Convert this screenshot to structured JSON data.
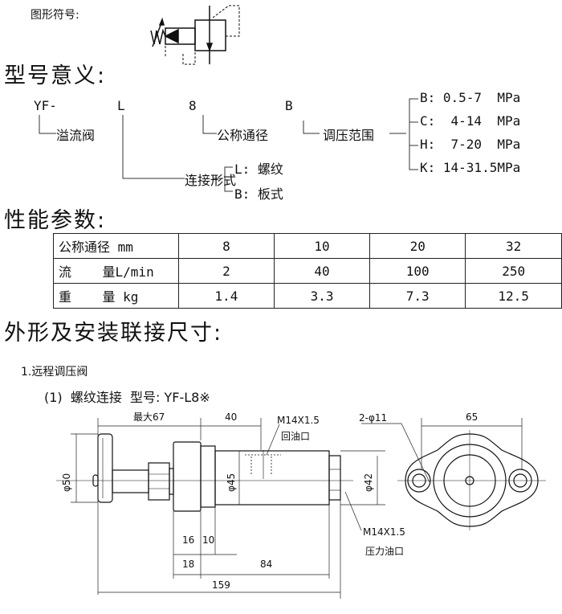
{
  "symbol_label": "图形符号:",
  "model_heading": "型号意义:",
  "model": {
    "code_yf": "YF-",
    "code_l": "L",
    "code_8": "8",
    "code_b": "B",
    "label_yf": "溢流阀",
    "label_size": "公称通径",
    "label_pressure": "调压范围",
    "label_connection": "连接形式",
    "connection_options": [
      "L: 螺纹",
      "B: 板式"
    ],
    "pressure_ranges": [
      "B: 0.5-7  MPa",
      "C:  4-14  MPa",
      "H:  7-20  MPa",
      "K: 14-31.5MPa"
    ]
  },
  "performance_heading": "性能参数:",
  "table": {
    "rows": [
      {
        "label": "公称通径 mm",
        "values": [
          "8",
          "10",
          "20",
          "32"
        ]
      },
      {
        "label": "流    量L/min",
        "values": [
          "2",
          "40",
          "100",
          "250"
        ]
      },
      {
        "label": "重    量 kg",
        "values": [
          "1.4",
          "3.3",
          "7.3",
          "12.5"
        ]
      }
    ]
  },
  "dimensions_heading": "外形及安装联接尺寸:",
  "section_1": "1.远程调压阀",
  "subsection_1": "(1)  螺纹连接  型号: YF-L8※",
  "drawing": {
    "max67": "最大67",
    "d40": "40",
    "port_return_thread": "M14X1.5",
    "port_return": "回油口",
    "phi50": "φ50",
    "phi45": "φ45",
    "phi42": "φ42",
    "holes": "2-φ11",
    "d65": "65",
    "d16": "16",
    "d10": "10",
    "d18": "18",
    "d84": "84",
    "d159": "159",
    "port_pressure_thread": "M14X1.5",
    "port_pressure": "压力油口"
  }
}
